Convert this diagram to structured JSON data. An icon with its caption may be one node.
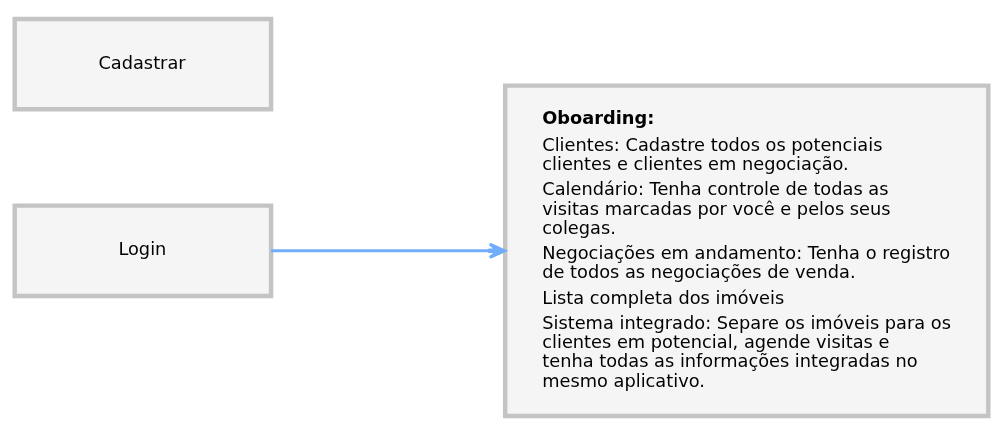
{
  "diagram": {
    "nodes": [
      {
        "text": [
          "Login"
        ]
      },
      {
        "text": [
          "Cadastrar"
        ]
      },
      {
        "text": [
          "Oboarding:",
          "Clientes: Cadastre todos os potenciais clientes e clientes em negociação.",
          "Calendário: Tenha controle de todas as visitas marcadas por você e pelos seus colegas.",
          "Negociações em andamento: Tenha o registro de todos as negociações de venda.",
          "Lista completa dos imóveis",
          "Sistema integrado: Separe os imóveis para os clientes em potencial, agende visitas e tenha todas as informações integradas no mesmo aplicativo."
        ]
      }
    ],
    "edges": [
      {
        "from": 0,
        "to": 2,
        "arrow": "to",
        "color": "#70aefc"
      }
    ]
  }
}
